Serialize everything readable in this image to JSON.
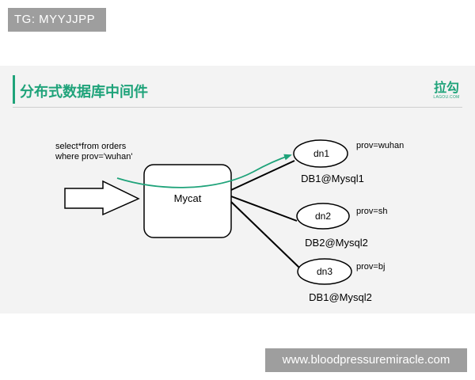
{
  "top_badge": "TG: MYYJJPP",
  "slide": {
    "title": "分布式数据库中间件",
    "logo": {
      "cn": "拉勾",
      "en": "LAGOU.COM"
    }
  },
  "diagram": {
    "sql_line1": "select*from orders",
    "sql_line2": "where prov='wuhan'",
    "mycat_label": "Mycat",
    "nodes": [
      {
        "label": "dn1",
        "condition": "prov=wuhan",
        "database": "DB1@Mysql1"
      },
      {
        "label": "dn2",
        "condition": "prov=sh",
        "database": "DB2@Mysql2"
      },
      {
        "label": "dn3",
        "condition": "prov=bj",
        "database": "DB1@Mysql2"
      }
    ],
    "colors": {
      "route": "#1fa37a",
      "stroke": "#000000",
      "accent": "#1fa37a"
    }
  },
  "bottom_badge": "www.bloodpressuremiracle.com"
}
